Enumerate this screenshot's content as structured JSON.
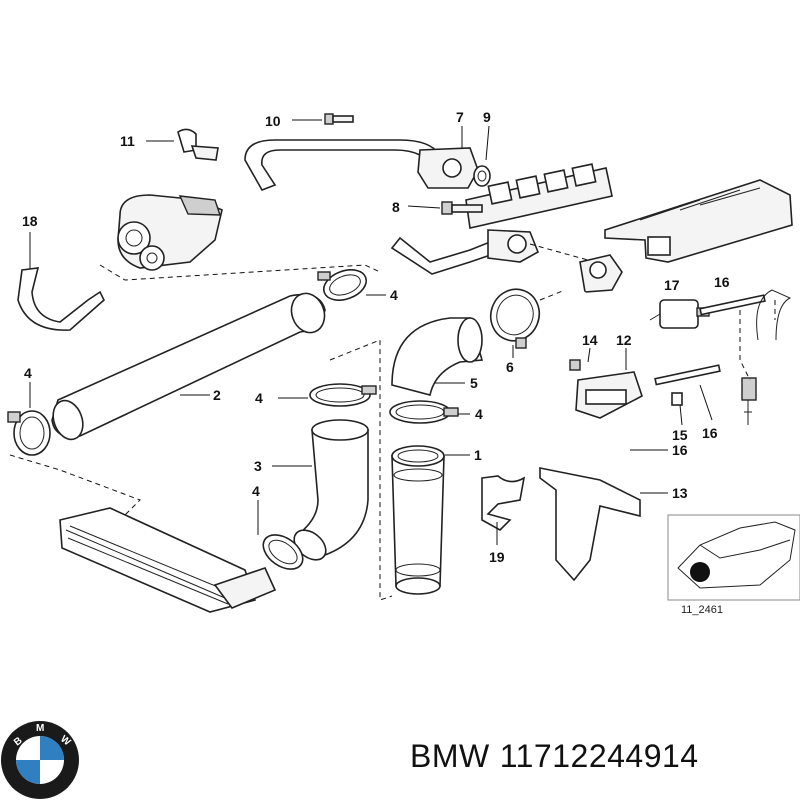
{
  "callouts": {
    "c1": "1",
    "c2": "2",
    "c3": "3",
    "c4a": "4",
    "c4b": "4",
    "c4c": "4",
    "c4d": "4",
    "c4e": "4",
    "c5": "5",
    "c6": "6",
    "c7": "7",
    "c8": "8",
    "c9": "9",
    "c10": "10",
    "c11": "11",
    "c12": "12",
    "c13": "13",
    "c14": "14",
    "c15": "15",
    "c16a": "16",
    "c16b": "16",
    "c16c": "16",
    "c17": "17",
    "c18": "18",
    "c19": "19"
  },
  "inset": {
    "ref": "11_2461"
  },
  "caption": {
    "brand": "BMW",
    "part_number": "11712244914"
  },
  "logo": {
    "letters": "BMW",
    "colors": {
      "ring": "#1a1a1a",
      "blue": "#2f7fc1",
      "white": "#ffffff"
    }
  },
  "icons": [
    "bmw-roundel-logo"
  ]
}
